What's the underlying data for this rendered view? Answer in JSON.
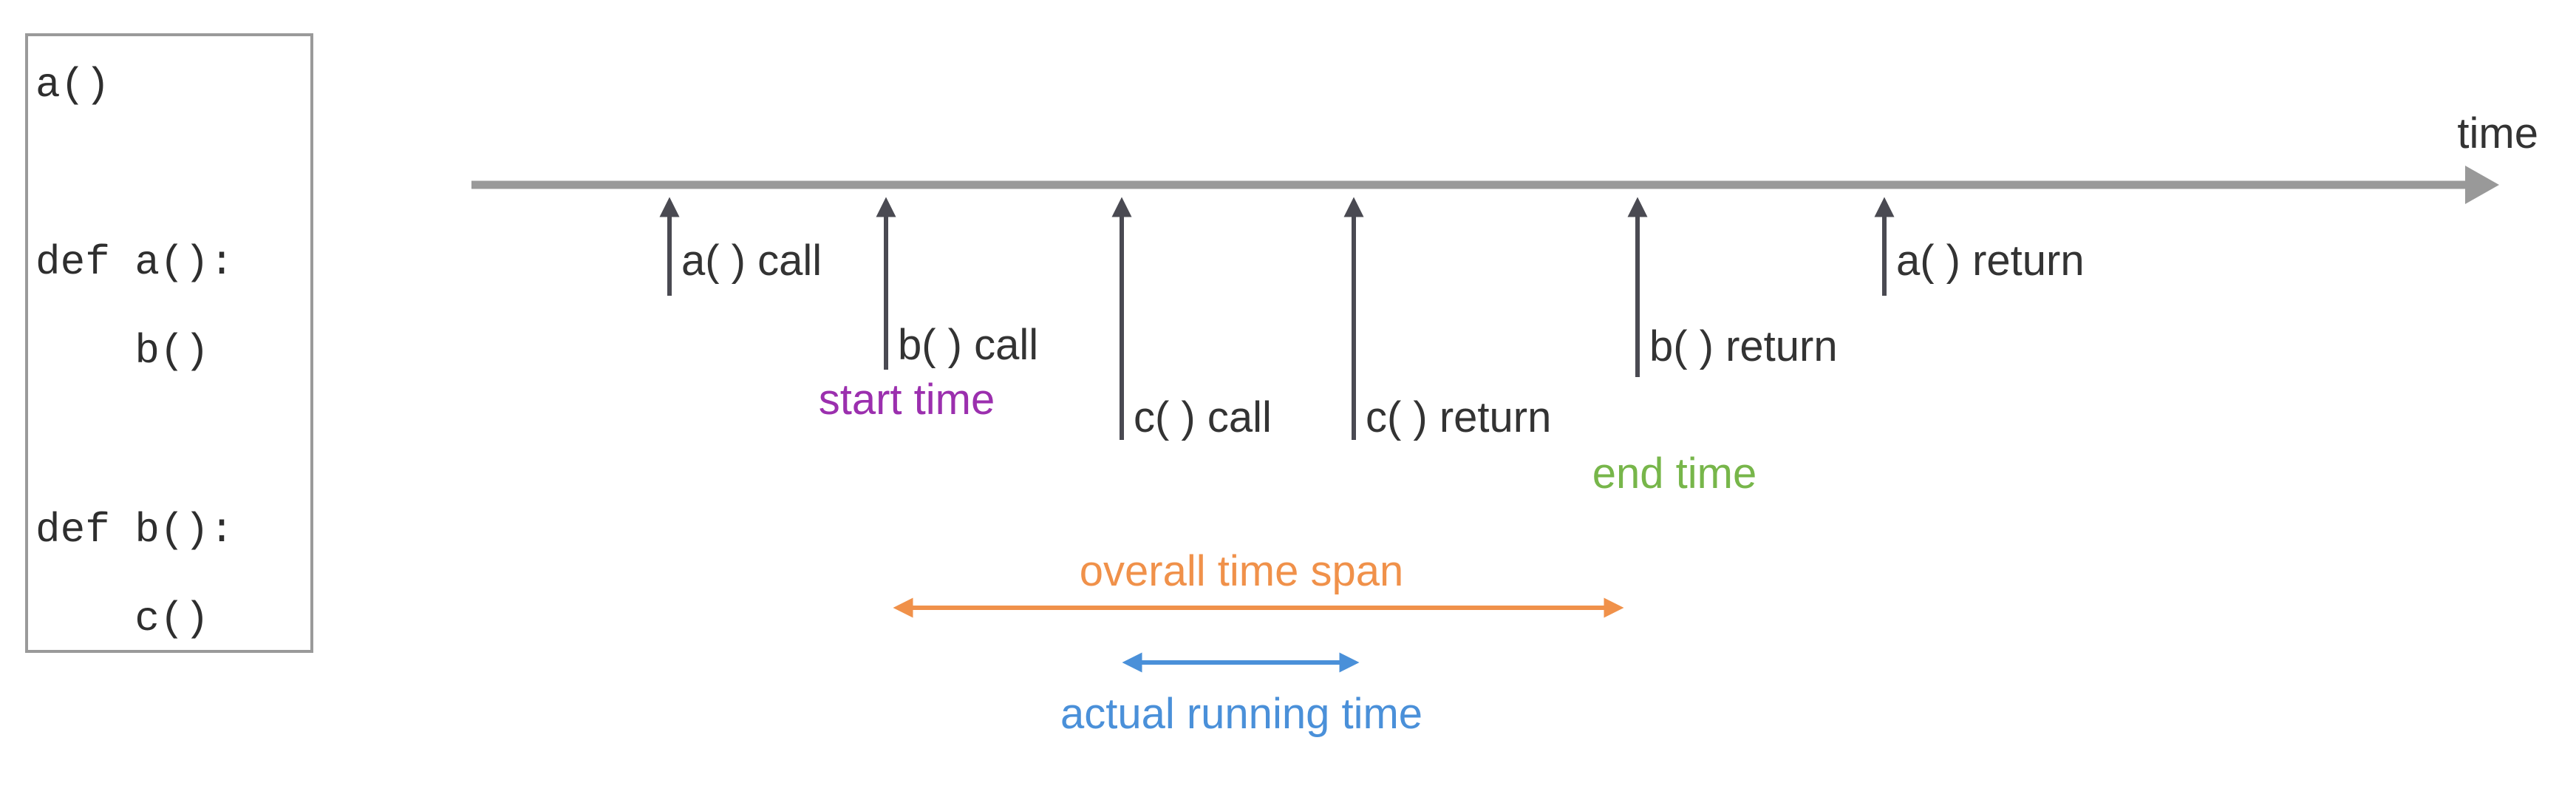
{
  "code": {
    "lines": [
      "a()",
      "def a():",
      "    b()",
      "def b():",
      "    c()"
    ]
  },
  "timeline": {
    "axis_label": "time",
    "events": [
      {
        "label": "a( ) call"
      },
      {
        "label": "b( ) call"
      },
      {
        "label": "c( ) call"
      },
      {
        "label": "c( ) return"
      },
      {
        "label": "b( ) return"
      },
      {
        "label": "a( ) return"
      }
    ],
    "start_label": "start time",
    "end_label": "end time"
  },
  "spans": {
    "overall": "overall time span",
    "actual": "actual running time"
  },
  "colors": {
    "axis": "#999999",
    "marker": "#4a4a52",
    "label": "#333333",
    "start": "#9b2fae",
    "end": "#77b64a",
    "overall": "#f0914a",
    "actual": "#4a90d9"
  }
}
